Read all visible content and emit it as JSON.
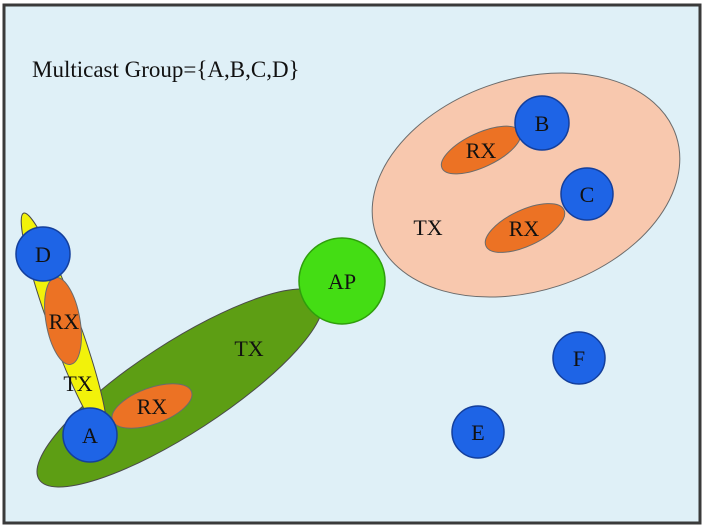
{
  "title": "Multicast Group={A,B,C,D}",
  "colors": {
    "background": "#dff0f7",
    "frame": "#3a3a3a",
    "node": "#1e64e6",
    "node_stroke": "#143f9c",
    "ap": "#44dd14",
    "ap_stroke": "#2f9e0c",
    "rx": "#ec7224",
    "tx_green": "#5d9e14",
    "tx_yellow": "#f2f20a",
    "tx_peach": "#f8c8ae"
  },
  "nodes": {
    "ap": "AP",
    "a": "A",
    "b": "B",
    "c": "C",
    "d": "D",
    "e": "E",
    "f": "F"
  },
  "regions": {
    "tx_green": "TX",
    "tx_yellow": "TX",
    "tx_peach": "TX",
    "rx_a": "RX",
    "rx_d": "RX",
    "rx_b": "RX",
    "rx_c": "RX"
  }
}
